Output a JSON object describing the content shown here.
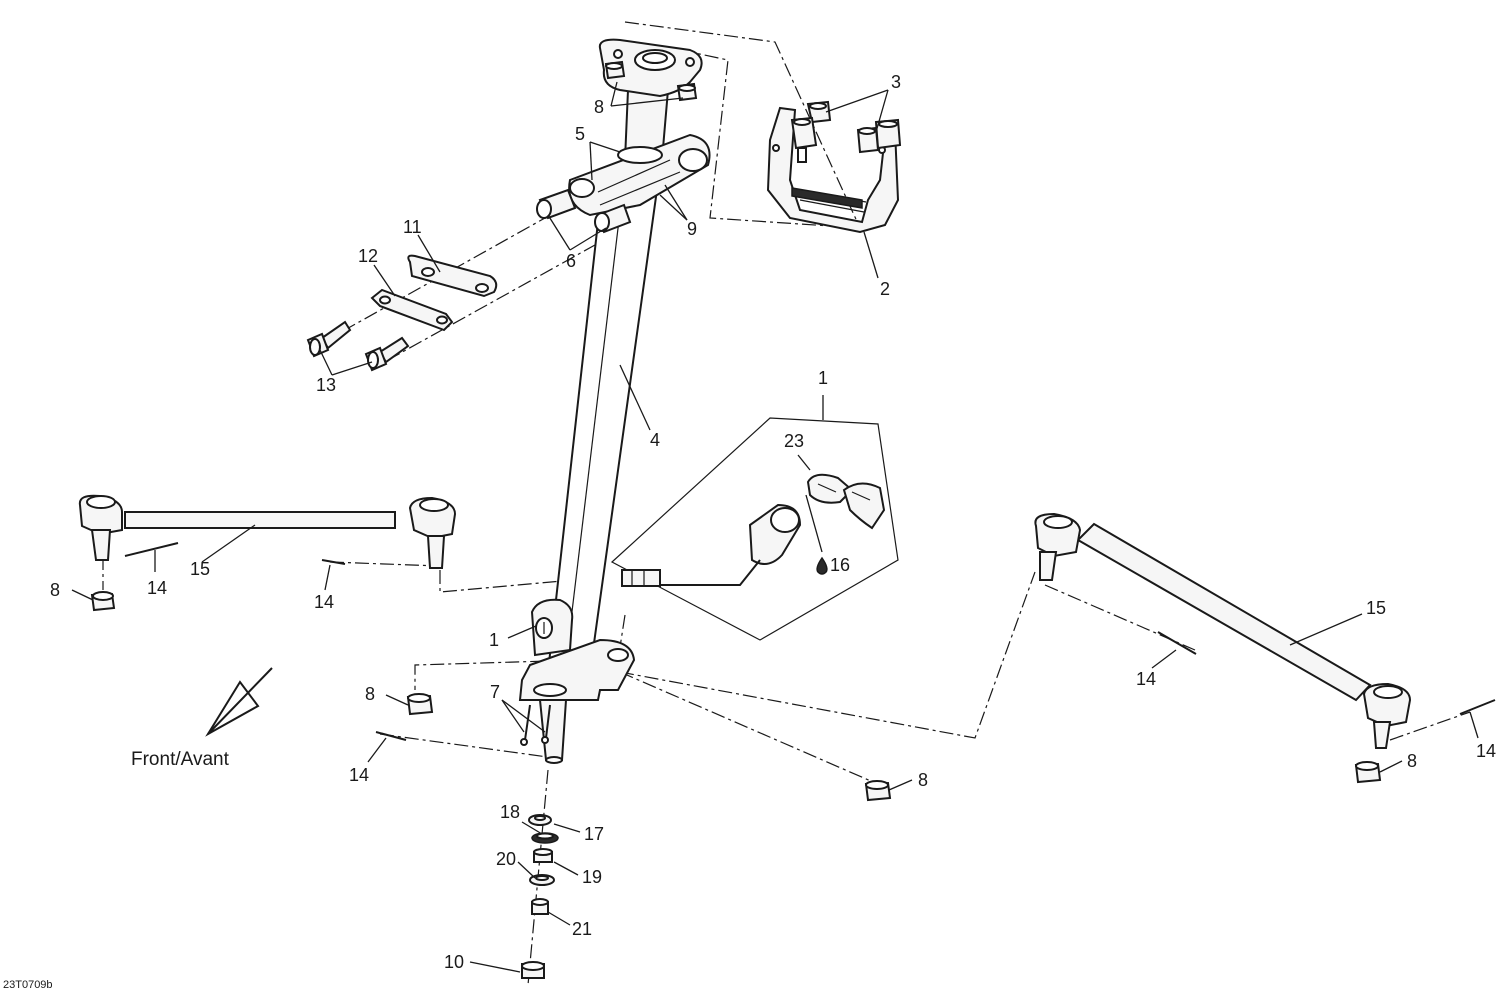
{
  "diagram": {
    "figure_code": "23T0709b",
    "direction_label": "Front/Avant",
    "callouts": {
      "c1a": "1",
      "c1b": "1",
      "c2": "2",
      "c3": "3",
      "c4": "4",
      "c5": "5",
      "c6": "6",
      "c7": "7",
      "c8a": "8",
      "c8b": "8",
      "c8c": "8",
      "c8d": "8",
      "c8e": "8",
      "c9": "9",
      "c10": "10",
      "c11": "11",
      "c12": "12",
      "c13": "13",
      "c14a": "14",
      "c14b": "14",
      "c14c": "14",
      "c14d": "14",
      "c14e": "14",
      "c15a": "15",
      "c15b": "15",
      "c16": "16",
      "c17": "17",
      "c18": "18",
      "c19": "19",
      "c20": "20",
      "c21": "21",
      "c23": "23"
    }
  }
}
